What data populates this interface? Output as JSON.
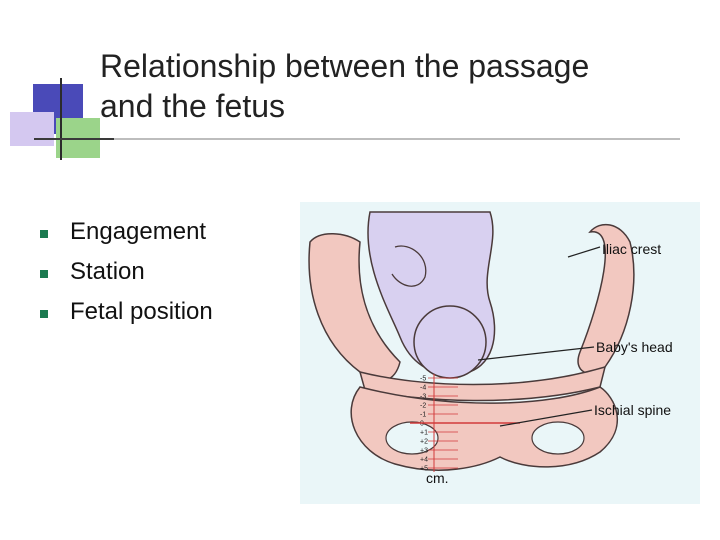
{
  "slide": {
    "title_line1": "Relationship between the passage",
    "title_line2": "and the fetus",
    "bullets": [
      "Engagement",
      "Station",
      "Fetal position"
    ]
  },
  "figure": {
    "labels": {
      "iliac_crest": "Iliac crest",
      "babys_head": "Baby's head",
      "ischial_spine": "Ischial spine",
      "unit": "cm."
    },
    "station_scale": [
      "-5",
      "-4",
      "-3",
      "-2",
      "-1",
      "0",
      "+1",
      "+2",
      "+3",
      "+4",
      "+5"
    ],
    "colors": {
      "pelvis": "#f2c8c0",
      "outline": "#4a3a3a",
      "baby": "#d8d0f0",
      "scale": "#d23a3a",
      "background": "#eaf6f8"
    }
  }
}
